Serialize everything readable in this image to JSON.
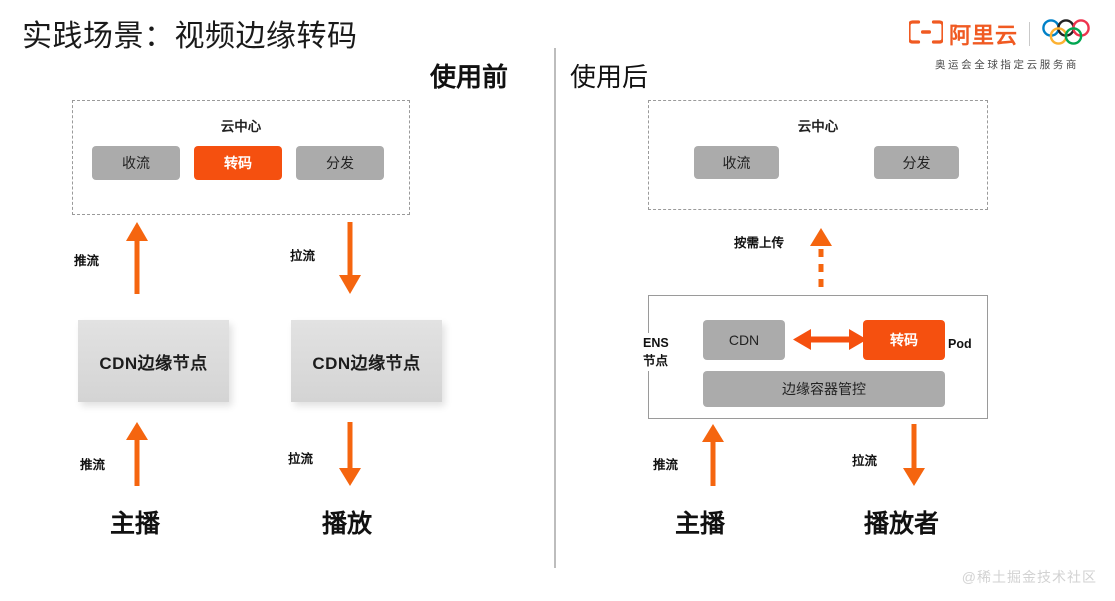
{
  "slide": {
    "title": "实践场景：视频边缘转码",
    "watermark": "@稀土掘金技术社区"
  },
  "brand": {
    "logo_icon": "alibaba-cloud-logo-icon",
    "name": "阿里云",
    "rings_icon": "olympic-rings-icon",
    "subtitle": "奥运会全球指定云服务商",
    "accent_color": "#F05A22"
  },
  "sections": {
    "before_label": "使用前",
    "after_label": "使用后"
  },
  "before": {
    "cloud": {
      "title": "云中心",
      "chips": [
        {
          "label": "收流",
          "color": "gray"
        },
        {
          "label": "转码",
          "color": "orange"
        },
        {
          "label": "分发",
          "color": "gray"
        }
      ]
    },
    "nodes": [
      {
        "label": "CDN边缘节点"
      },
      {
        "label": "CDN边缘节点"
      }
    ],
    "flows": [
      {
        "label": "推流",
        "direction": "up"
      },
      {
        "label": "拉流",
        "direction": "down"
      },
      {
        "label": "推流",
        "direction": "up"
      },
      {
        "label": "拉流",
        "direction": "down"
      }
    ],
    "endpoints": [
      {
        "label": "主播"
      },
      {
        "label": "播放"
      }
    ]
  },
  "after": {
    "cloud": {
      "title": "云中心",
      "chips": [
        {
          "label": "收流",
          "color": "gray"
        },
        {
          "label": "分发",
          "color": "gray"
        }
      ]
    },
    "upload": {
      "label": "按需上传",
      "direction": "up",
      "style": "dashed"
    },
    "ens": {
      "label": "ENS\n节点",
      "pod_label": "Pod",
      "chips": [
        {
          "label": "CDN",
          "color": "gray"
        },
        {
          "label": "转码",
          "color": "orange"
        }
      ],
      "bottom_bar": {
        "label": "边缘容器管控",
        "color": "gray"
      },
      "link": {
        "direction": "bidirectional"
      }
    },
    "flows": [
      {
        "label": "推流",
        "direction": "up"
      },
      {
        "label": "拉流",
        "direction": "down"
      }
    ],
    "endpoints": [
      {
        "label": "主播"
      },
      {
        "label": "播放者"
      }
    ]
  },
  "colors": {
    "orange": "#F5500F",
    "arrow_orange": "#F5650F",
    "gray_chip": "#ABABAB",
    "node_gray": "#D8D8D8"
  }
}
